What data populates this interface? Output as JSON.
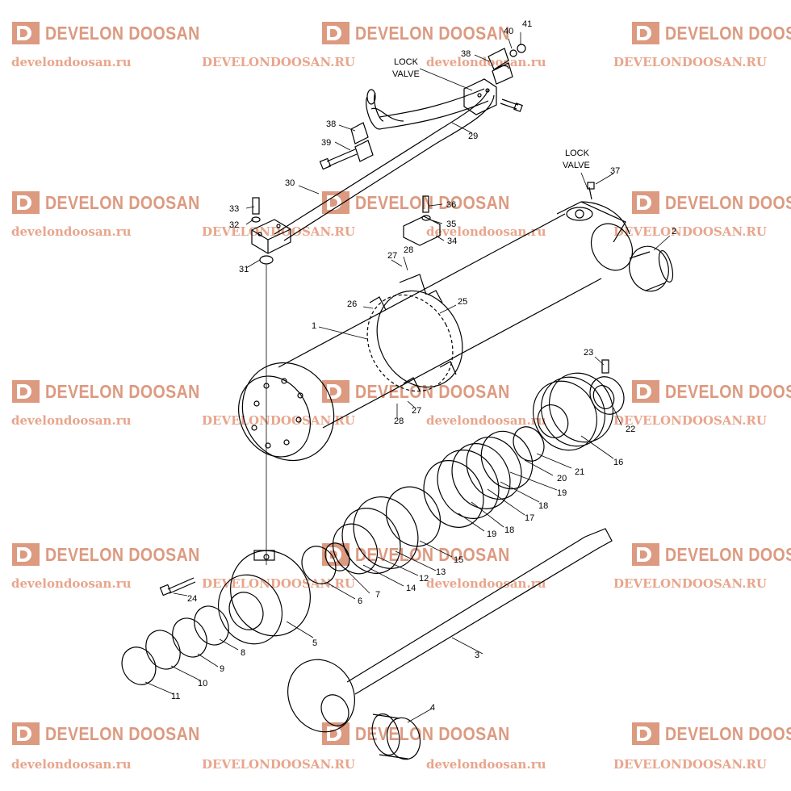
{
  "watermark": {
    "brand": "DEVELON DOOSAN",
    "site_lower": "develondoosan.ru",
    "site_upper": "DEVELONDOOSAN.RU",
    "color": "#dc9a80"
  },
  "labels": {
    "lock_valve_line1": "LOCK",
    "lock_valve_line2": "VALVE"
  },
  "callouts": [
    "1",
    "2",
    "3",
    "4",
    "5",
    "6",
    "7",
    "8",
    "9",
    "10",
    "11",
    "12",
    "13",
    "14",
    "15",
    "16",
    "17",
    "18",
    "18",
    "19",
    "19",
    "20",
    "21",
    "22",
    "23",
    "24",
    "25",
    "26",
    "27",
    "27",
    "28",
    "28",
    "29",
    "30",
    "31",
    "32",
    "33",
    "34",
    "35",
    "36",
    "37",
    "38",
    "38",
    "39",
    "40",
    "41"
  ]
}
